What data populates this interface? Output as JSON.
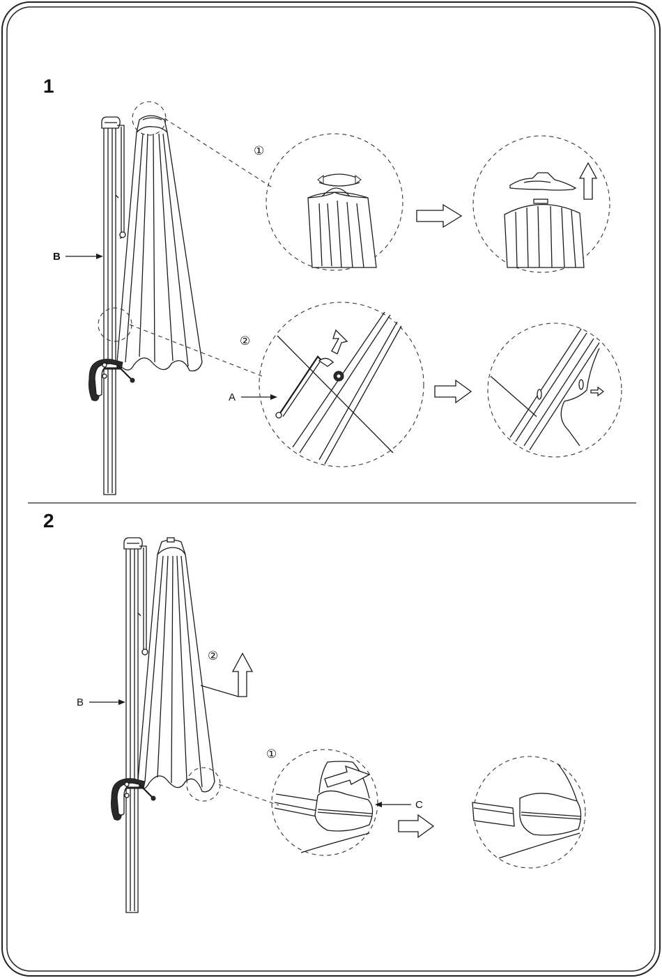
{
  "steps": [
    {
      "number": "1"
    },
    {
      "number": "2"
    }
  ],
  "step1": {
    "callout_pole": "B",
    "callout_rod": "A",
    "substep_a": "①",
    "substep_b": "②"
  },
  "step2": {
    "callout_pole": "B",
    "callout_cover": "C",
    "substep_a": "①",
    "substep_b": "②"
  },
  "colors": {
    "line": "#1a1a1a",
    "background": "#ffffff",
    "frame": "#222222"
  }
}
